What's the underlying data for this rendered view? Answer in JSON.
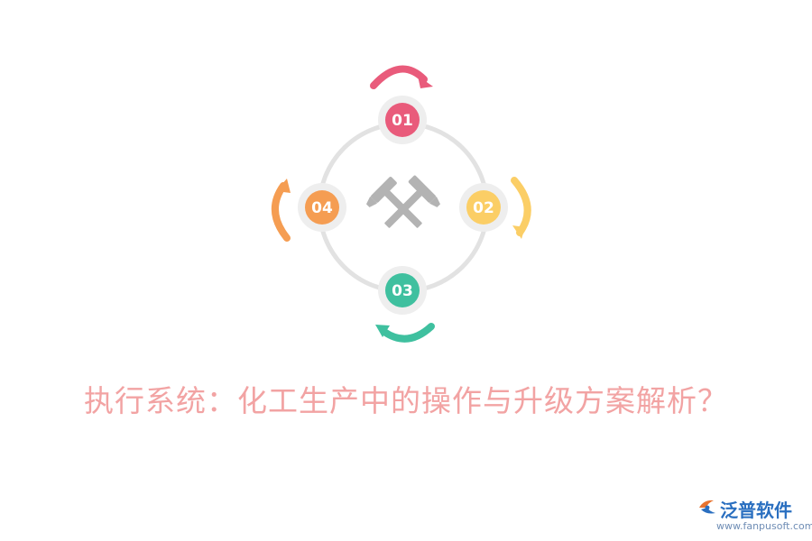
{
  "headline": "执行系统：化工生产中的操作与升级方案解析？",
  "steps": [
    {
      "label": "01",
      "color": "#e95b7b"
    },
    {
      "label": "02",
      "color": "#fbce66"
    },
    {
      "label": "03",
      "color": "#3fc09f"
    },
    {
      "label": "04",
      "color": "#f59d52"
    }
  ],
  "center_icon": "crossed-hammers-icon",
  "ring_color": "#e2e2e2",
  "brand": {
    "name": "泛普软件",
    "url": "www.fanpusoft.com",
    "color": "#2a6fc0"
  }
}
